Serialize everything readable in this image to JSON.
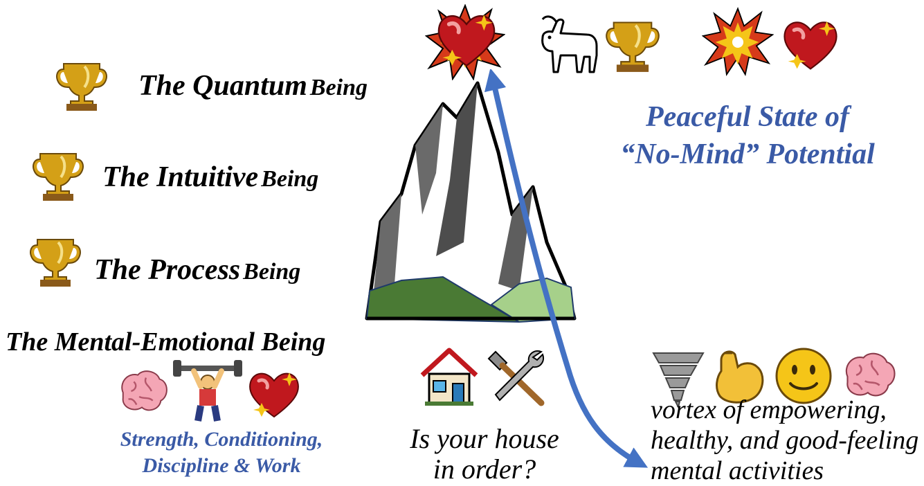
{
  "levels": [
    {
      "title": "The Quantum",
      "suffix": "Being"
    },
    {
      "title": "The Intuitive",
      "suffix": "Being"
    },
    {
      "title": "The Process",
      "suffix": "Being"
    },
    {
      "title": "The Mental-Emotional",
      "suffix": "Being"
    }
  ],
  "peak_caption": {
    "line1": "Peaceful State of",
    "line2": "“No-Mind” Potential"
  },
  "base_caption": {
    "line1": "Strength, Conditioning,",
    "line2": "Discipline & Work"
  },
  "house_question": {
    "line1": "Is your house",
    "line2": "in order?"
  },
  "vortex_caption": {
    "line1": "vortex of empowering,",
    "line2": "healthy, and good-feeling",
    "line3": "mental activities"
  },
  "colors": {
    "accent_blue": "#3a5aa6",
    "arrow": "#4472c4",
    "trophy": "#d4a017",
    "heart": "#c0181e"
  },
  "icons": [
    "trophy-icon",
    "sparkling-heart-icon",
    "goat-icon",
    "collision-icon",
    "brain-icon",
    "weightlifter-icon",
    "house-icon",
    "hammer-wrench-icon",
    "tornado-icon",
    "flexed-biceps-icon",
    "smiley-icon"
  ]
}
